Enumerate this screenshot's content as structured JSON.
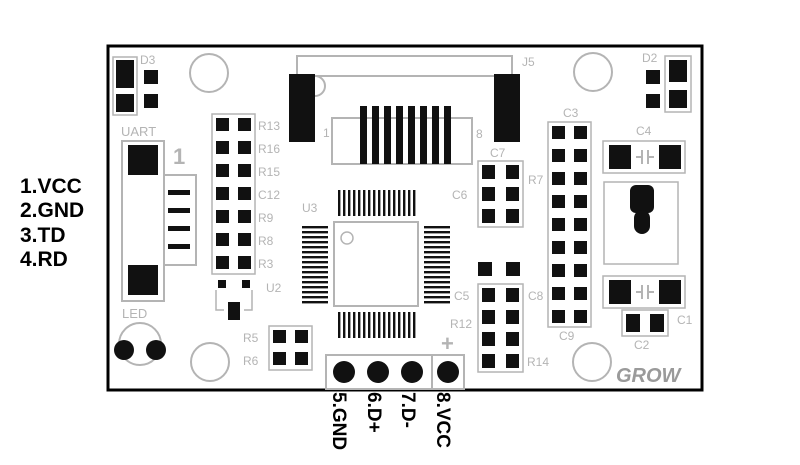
{
  "left_pins": [
    "1.VCC",
    "2.GND",
    "3.TD",
    "4.RD"
  ],
  "bottom_pins": [
    "5.GND",
    "6.D+",
    "7.D-",
    "8.VCC"
  ],
  "labels": {
    "d3": "D3",
    "d2": "D2",
    "j5": "J5",
    "uart": "UART",
    "one": "1",
    "pin1": "1",
    "pin8": "8",
    "u3": "U3",
    "u2": "U2",
    "led": "LED",
    "r13": "R13",
    "r16": "R16",
    "r15": "R15",
    "c12": "C12",
    "r9": "R9",
    "r8": "R8",
    "r3": "R3",
    "r5": "R5",
    "r6": "R6",
    "c7": "C7",
    "c6": "C6",
    "c5": "C5",
    "r12": "R12",
    "r14": "R14",
    "c3": "C3",
    "r7": "R7",
    "c8": "C8",
    "c9": "C9",
    "c4": "C4",
    "c1": "C1",
    "c2": "C2",
    "plus": "+",
    "grow": "GROW"
  },
  "colors": {
    "board_outline": "#000000",
    "silkscreen": "#b4b4b4",
    "pad": "#111111"
  }
}
